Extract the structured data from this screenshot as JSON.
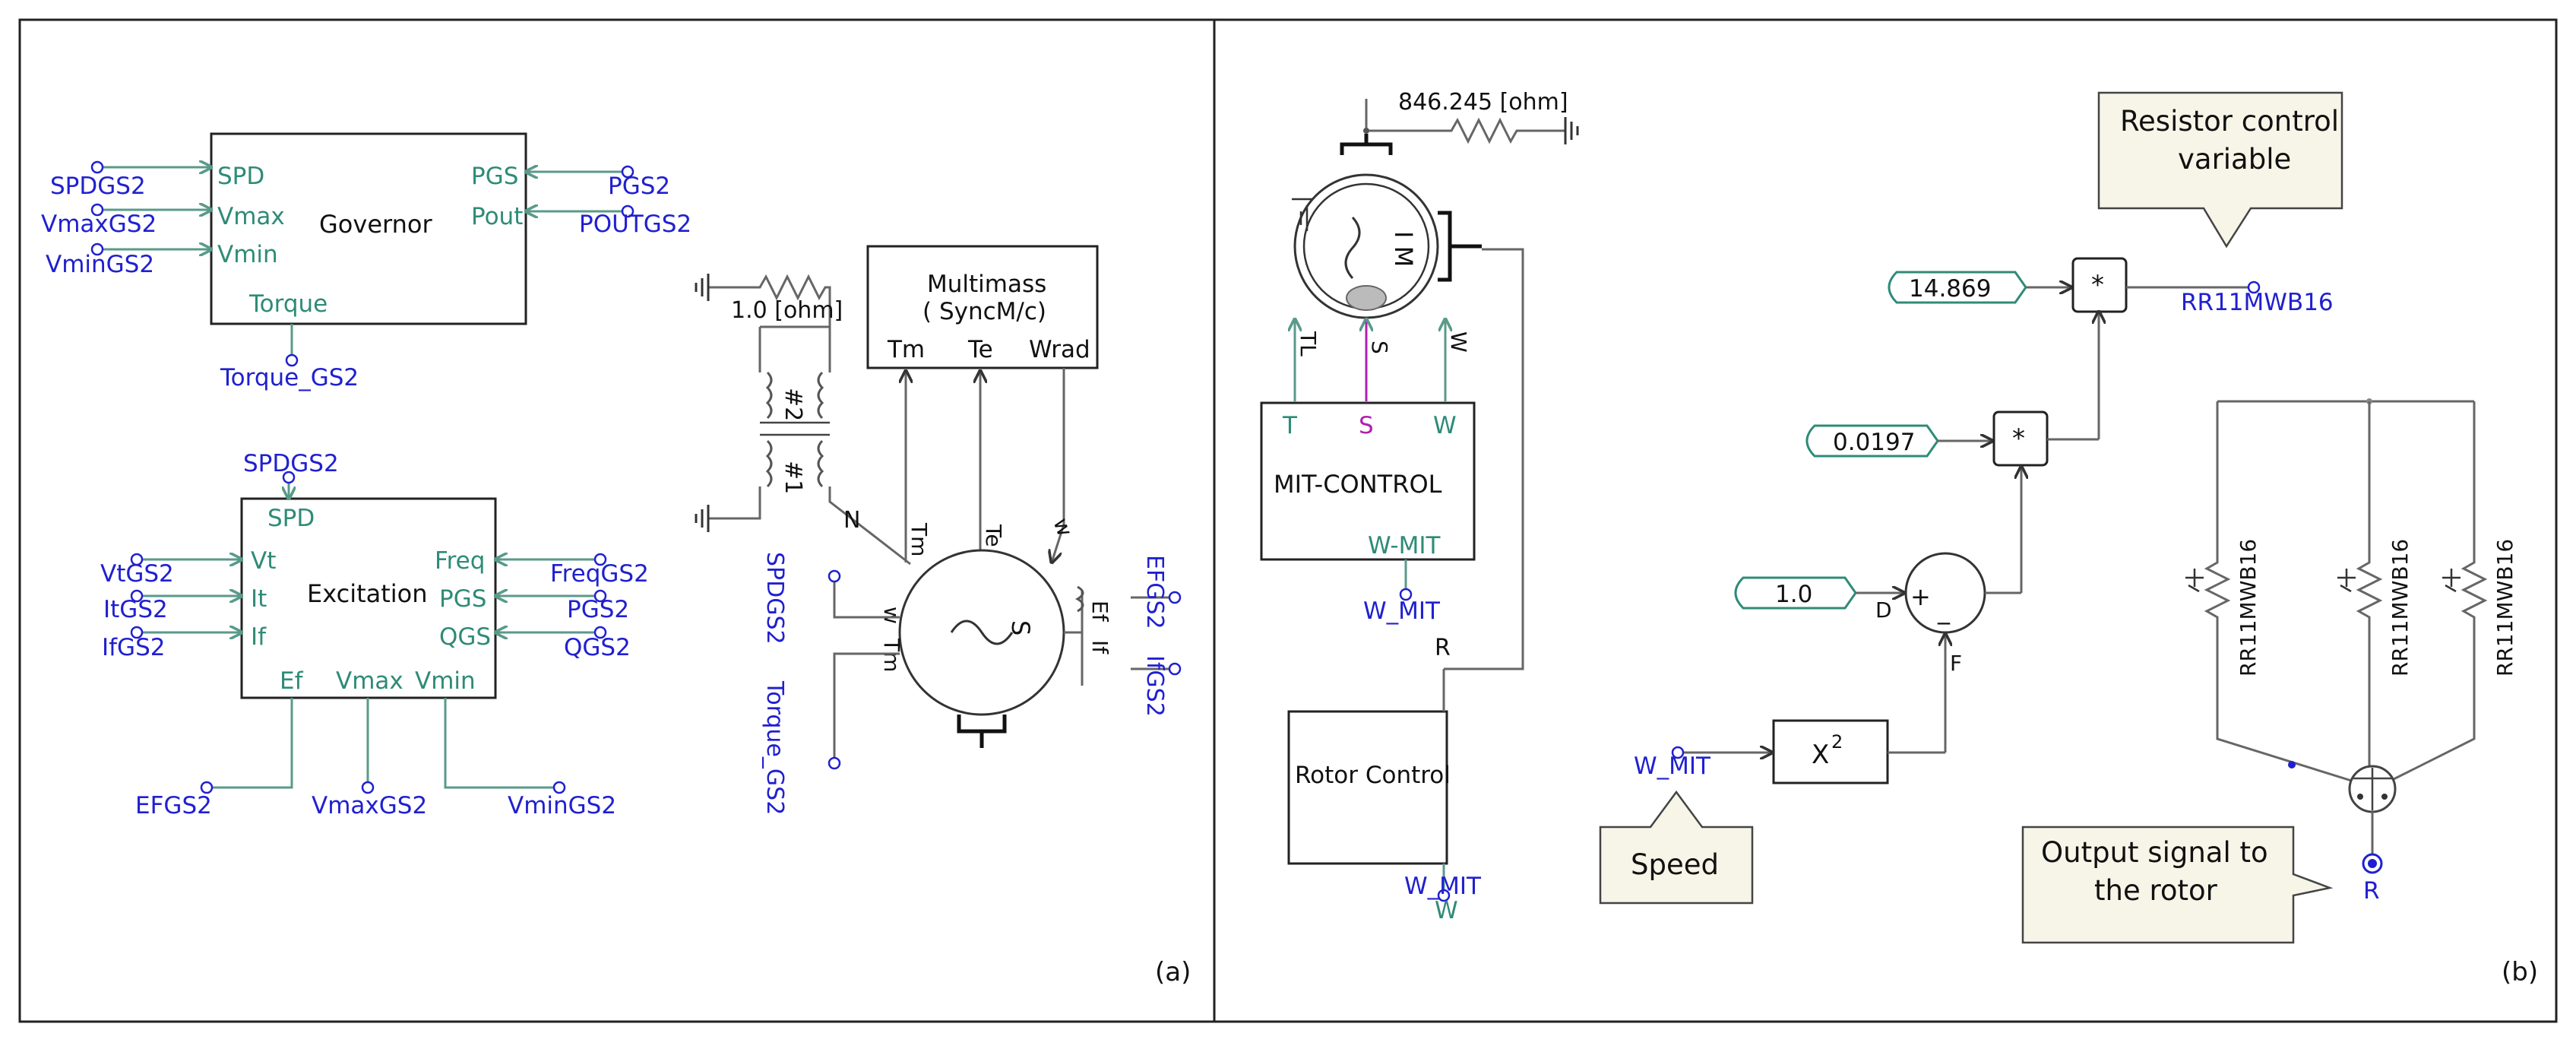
{
  "panel_a": {
    "label": "(a)",
    "governor": {
      "title": "Governor",
      "ports_in": [
        "SPD",
        "Vmax",
        "Vmin"
      ],
      "ports_out": [
        "PGS",
        "Pout"
      ],
      "port_bottom": "Torque",
      "signals_left": [
        "SPDGS2",
        "VmaxGS2",
        "VminGS2"
      ],
      "signals_right": [
        "PGS2",
        "POUTGS2"
      ],
      "signal_bottom": "Torque_GS2"
    },
    "excitation": {
      "title": "Excitation",
      "port_top": "SPD",
      "signal_top": "SPDGS2",
      "ports_in": [
        "Vt",
        "It",
        "If"
      ],
      "ports_out": [
        "Freq",
        "PGS",
        "QGS"
      ],
      "ports_bottom": [
        "Ef",
        "Vmax",
        "Vmin"
      ],
      "signals_left": [
        "VtGS2",
        "ItGS2",
        "IfGS2"
      ],
      "signals_right": [
        "FreqGS2",
        "PGS2",
        "QGS2"
      ],
      "signals_bottom": [
        "EFGS2",
        "VmaxGS2",
        "VminGS2"
      ]
    },
    "resistor": "1.0 [ohm]",
    "transformer": [
      "#2",
      "#1"
    ],
    "multimass": {
      "title": "Multimass",
      "subtitle": "( SyncM/c)",
      "ports": [
        "Tm",
        "Te",
        "Wrad"
      ]
    },
    "machine": {
      "symbol": "S",
      "port_w": "w",
      "port_tm": "Tm",
      "top_labels": [
        "Tm",
        "Te",
        "w"
      ],
      "neutral": "N",
      "field_labels": [
        "Ef",
        "If"
      ],
      "left_signals": [
        "SPDGS2",
        "Torque_GS2"
      ],
      "right_signals": [
        "EFGS2",
        "IfGS2"
      ]
    }
  },
  "panel_b": {
    "label": "(b)",
    "resistor": "846.245 [ohm]",
    "motor": {
      "symbol": "I M",
      "ports": [
        "TL",
        "S",
        "W"
      ]
    },
    "mit_control": {
      "title": "MIT-CONTROL",
      "ports_top": [
        "T",
        "S",
        "W"
      ],
      "port_bottom": "W-MIT",
      "signal_bottom": "W_MIT"
    },
    "wire_label_r": "R",
    "rotor_control": {
      "title": "Rotor Control",
      "signal_bottom": "W_MIT",
      "port_bottom": "W"
    },
    "constants": [
      "14.869",
      "0.0197",
      "1.0"
    ],
    "multiply_symbol": "*",
    "output_signal": "RR11MWB16",
    "summer": {
      "plus": "+",
      "minus": "_",
      "d": "D",
      "f": "F"
    },
    "square_block": {
      "base": "X",
      "exp": "2"
    },
    "speed_signal": "W_MIT",
    "resistor_labels": [
      "RR11MWB16",
      "RR11MWB16",
      "RR11MWB16"
    ],
    "rotor_output": "R",
    "callouts": {
      "resistor_control": [
        "Resistor control",
        "variable"
      ],
      "speed": "Speed",
      "output": [
        "Output signal to",
        "the rotor"
      ]
    }
  }
}
